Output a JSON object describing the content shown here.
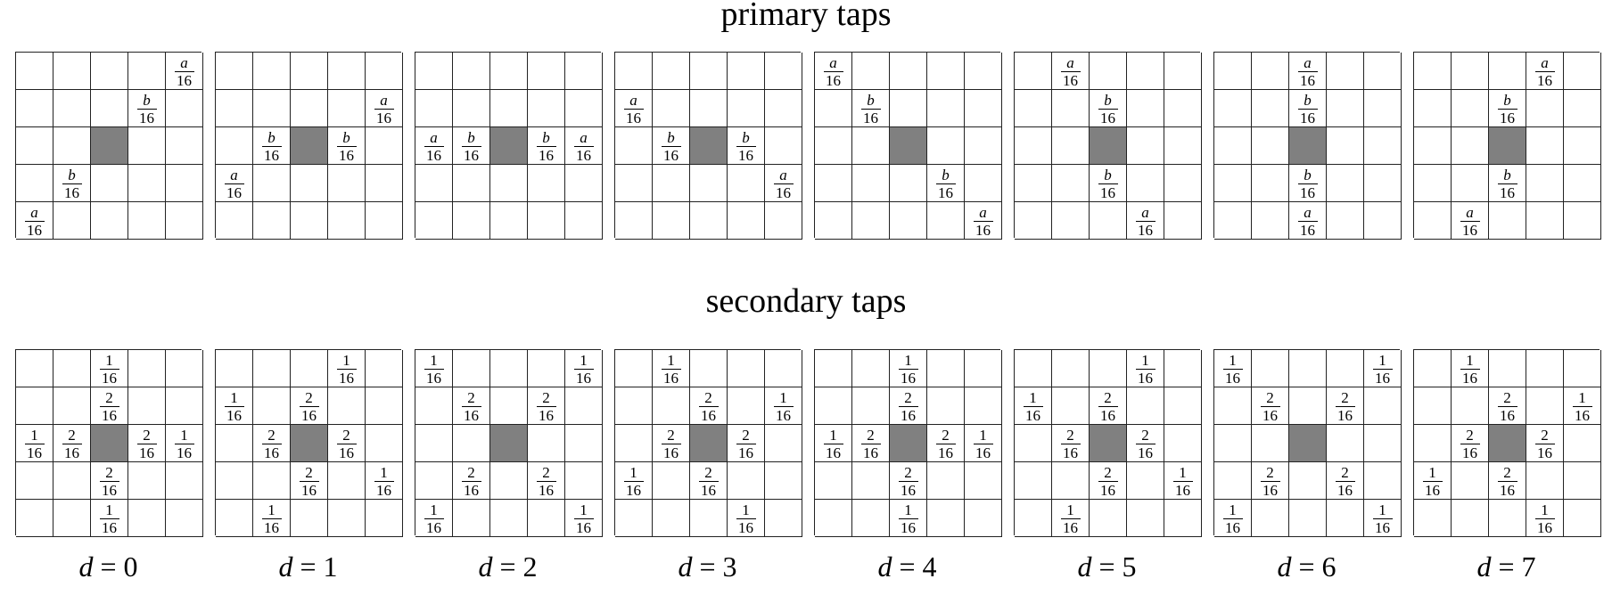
{
  "titles": {
    "primary": "primary taps",
    "secondary": "secondary taps"
  },
  "d_labels": [
    {
      "var": "d",
      "eq": " = ",
      "value": "0"
    },
    {
      "var": "d",
      "eq": " = ",
      "value": "1"
    },
    {
      "var": "d",
      "eq": " = ",
      "value": "2"
    },
    {
      "var": "d",
      "eq": " = ",
      "value": "3"
    },
    {
      "var": "d",
      "eq": " = ",
      "value": "4"
    },
    {
      "var": "d",
      "eq": " = ",
      "value": "5"
    },
    {
      "var": "d",
      "eq": " = ",
      "value": "6"
    },
    {
      "var": "d",
      "eq": " = ",
      "value": "7"
    }
  ],
  "denominator": "16",
  "center_color": "#808080",
  "primary": [
    [
      {
        "r": 0,
        "c": 4,
        "n": "a"
      },
      {
        "r": 1,
        "c": 3,
        "n": "b"
      },
      {
        "r": 3,
        "c": 1,
        "n": "b"
      },
      {
        "r": 4,
        "c": 0,
        "n": "a"
      }
    ],
    [
      {
        "r": 1,
        "c": 4,
        "n": "a"
      },
      {
        "r": 2,
        "c": 1,
        "n": "b"
      },
      {
        "r": 2,
        "c": 3,
        "n": "b"
      },
      {
        "r": 3,
        "c": 0,
        "n": "a"
      }
    ],
    [
      {
        "r": 2,
        "c": 0,
        "n": "a"
      },
      {
        "r": 2,
        "c": 1,
        "n": "b"
      },
      {
        "r": 2,
        "c": 3,
        "n": "b"
      },
      {
        "r": 2,
        "c": 4,
        "n": "a"
      }
    ],
    [
      {
        "r": 1,
        "c": 0,
        "n": "a"
      },
      {
        "r": 2,
        "c": 1,
        "n": "b"
      },
      {
        "r": 2,
        "c": 3,
        "n": "b"
      },
      {
        "r": 3,
        "c": 4,
        "n": "a"
      }
    ],
    [
      {
        "r": 0,
        "c": 0,
        "n": "a"
      },
      {
        "r": 1,
        "c": 1,
        "n": "b"
      },
      {
        "r": 3,
        "c": 3,
        "n": "b"
      },
      {
        "r": 4,
        "c": 4,
        "n": "a"
      }
    ],
    [
      {
        "r": 0,
        "c": 1,
        "n": "a"
      },
      {
        "r": 1,
        "c": 2,
        "n": "b"
      },
      {
        "r": 3,
        "c": 2,
        "n": "b"
      },
      {
        "r": 4,
        "c": 3,
        "n": "a"
      }
    ],
    [
      {
        "r": 0,
        "c": 2,
        "n": "a"
      },
      {
        "r": 1,
        "c": 2,
        "n": "b"
      },
      {
        "r": 3,
        "c": 2,
        "n": "b"
      },
      {
        "r": 4,
        "c": 2,
        "n": "a"
      }
    ],
    [
      {
        "r": 0,
        "c": 3,
        "n": "a"
      },
      {
        "r": 1,
        "c": 2,
        "n": "b"
      },
      {
        "r": 3,
        "c": 2,
        "n": "b"
      },
      {
        "r": 4,
        "c": 1,
        "n": "a"
      }
    ]
  ],
  "secondary": [
    [
      {
        "r": 0,
        "c": 2,
        "n": "1"
      },
      {
        "r": 1,
        "c": 2,
        "n": "2"
      },
      {
        "r": 2,
        "c": 0,
        "n": "1"
      },
      {
        "r": 2,
        "c": 1,
        "n": "2"
      },
      {
        "r": 2,
        "c": 3,
        "n": "2"
      },
      {
        "r": 2,
        "c": 4,
        "n": "1"
      },
      {
        "r": 3,
        "c": 2,
        "n": "2"
      },
      {
        "r": 4,
        "c": 2,
        "n": "1"
      }
    ],
    [
      {
        "r": 0,
        "c": 3,
        "n": "1"
      },
      {
        "r": 1,
        "c": 0,
        "n": "1"
      },
      {
        "r": 1,
        "c": 2,
        "n": "2"
      },
      {
        "r": 2,
        "c": 1,
        "n": "2"
      },
      {
        "r": 2,
        "c": 3,
        "n": "2"
      },
      {
        "r": 3,
        "c": 2,
        "n": "2"
      },
      {
        "r": 3,
        "c": 4,
        "n": "1"
      },
      {
        "r": 4,
        "c": 1,
        "n": "1"
      }
    ],
    [
      {
        "r": 0,
        "c": 0,
        "n": "1"
      },
      {
        "r": 0,
        "c": 4,
        "n": "1"
      },
      {
        "r": 1,
        "c": 1,
        "n": "2"
      },
      {
        "r": 1,
        "c": 3,
        "n": "2"
      },
      {
        "r": 3,
        "c": 1,
        "n": "2"
      },
      {
        "r": 3,
        "c": 3,
        "n": "2"
      },
      {
        "r": 4,
        "c": 0,
        "n": "1"
      },
      {
        "r": 4,
        "c": 4,
        "n": "1"
      }
    ],
    [
      {
        "r": 0,
        "c": 1,
        "n": "1"
      },
      {
        "r": 1,
        "c": 2,
        "n": "2"
      },
      {
        "r": 1,
        "c": 4,
        "n": "1"
      },
      {
        "r": 2,
        "c": 1,
        "n": "2"
      },
      {
        "r": 2,
        "c": 3,
        "n": "2"
      },
      {
        "r": 3,
        "c": 0,
        "n": "1"
      },
      {
        "r": 3,
        "c": 2,
        "n": "2"
      },
      {
        "r": 4,
        "c": 3,
        "n": "1"
      }
    ],
    [
      {
        "r": 0,
        "c": 2,
        "n": "1"
      },
      {
        "r": 1,
        "c": 2,
        "n": "2"
      },
      {
        "r": 2,
        "c": 0,
        "n": "1"
      },
      {
        "r": 2,
        "c": 1,
        "n": "2"
      },
      {
        "r": 2,
        "c": 3,
        "n": "2"
      },
      {
        "r": 2,
        "c": 4,
        "n": "1"
      },
      {
        "r": 3,
        "c": 2,
        "n": "2"
      },
      {
        "r": 4,
        "c": 2,
        "n": "1"
      }
    ],
    [
      {
        "r": 0,
        "c": 3,
        "n": "1"
      },
      {
        "r": 1,
        "c": 0,
        "n": "1"
      },
      {
        "r": 1,
        "c": 2,
        "n": "2"
      },
      {
        "r": 2,
        "c": 1,
        "n": "2"
      },
      {
        "r": 2,
        "c": 3,
        "n": "2"
      },
      {
        "r": 3,
        "c": 2,
        "n": "2"
      },
      {
        "r": 3,
        "c": 4,
        "n": "1"
      },
      {
        "r": 4,
        "c": 1,
        "n": "1"
      }
    ],
    [
      {
        "r": 0,
        "c": 0,
        "n": "1"
      },
      {
        "r": 0,
        "c": 4,
        "n": "1"
      },
      {
        "r": 1,
        "c": 1,
        "n": "2"
      },
      {
        "r": 1,
        "c": 3,
        "n": "2"
      },
      {
        "r": 3,
        "c": 1,
        "n": "2"
      },
      {
        "r": 3,
        "c": 3,
        "n": "2"
      },
      {
        "r": 4,
        "c": 0,
        "n": "1"
      },
      {
        "r": 4,
        "c": 4,
        "n": "1"
      }
    ],
    [
      {
        "r": 0,
        "c": 1,
        "n": "1"
      },
      {
        "r": 1,
        "c": 2,
        "n": "2"
      },
      {
        "r": 1,
        "c": 4,
        "n": "1"
      },
      {
        "r": 2,
        "c": 1,
        "n": "2"
      },
      {
        "r": 2,
        "c": 3,
        "n": "2"
      },
      {
        "r": 3,
        "c": 0,
        "n": "1"
      },
      {
        "r": 3,
        "c": 2,
        "n": "2"
      },
      {
        "r": 4,
        "c": 3,
        "n": "1"
      }
    ]
  ]
}
